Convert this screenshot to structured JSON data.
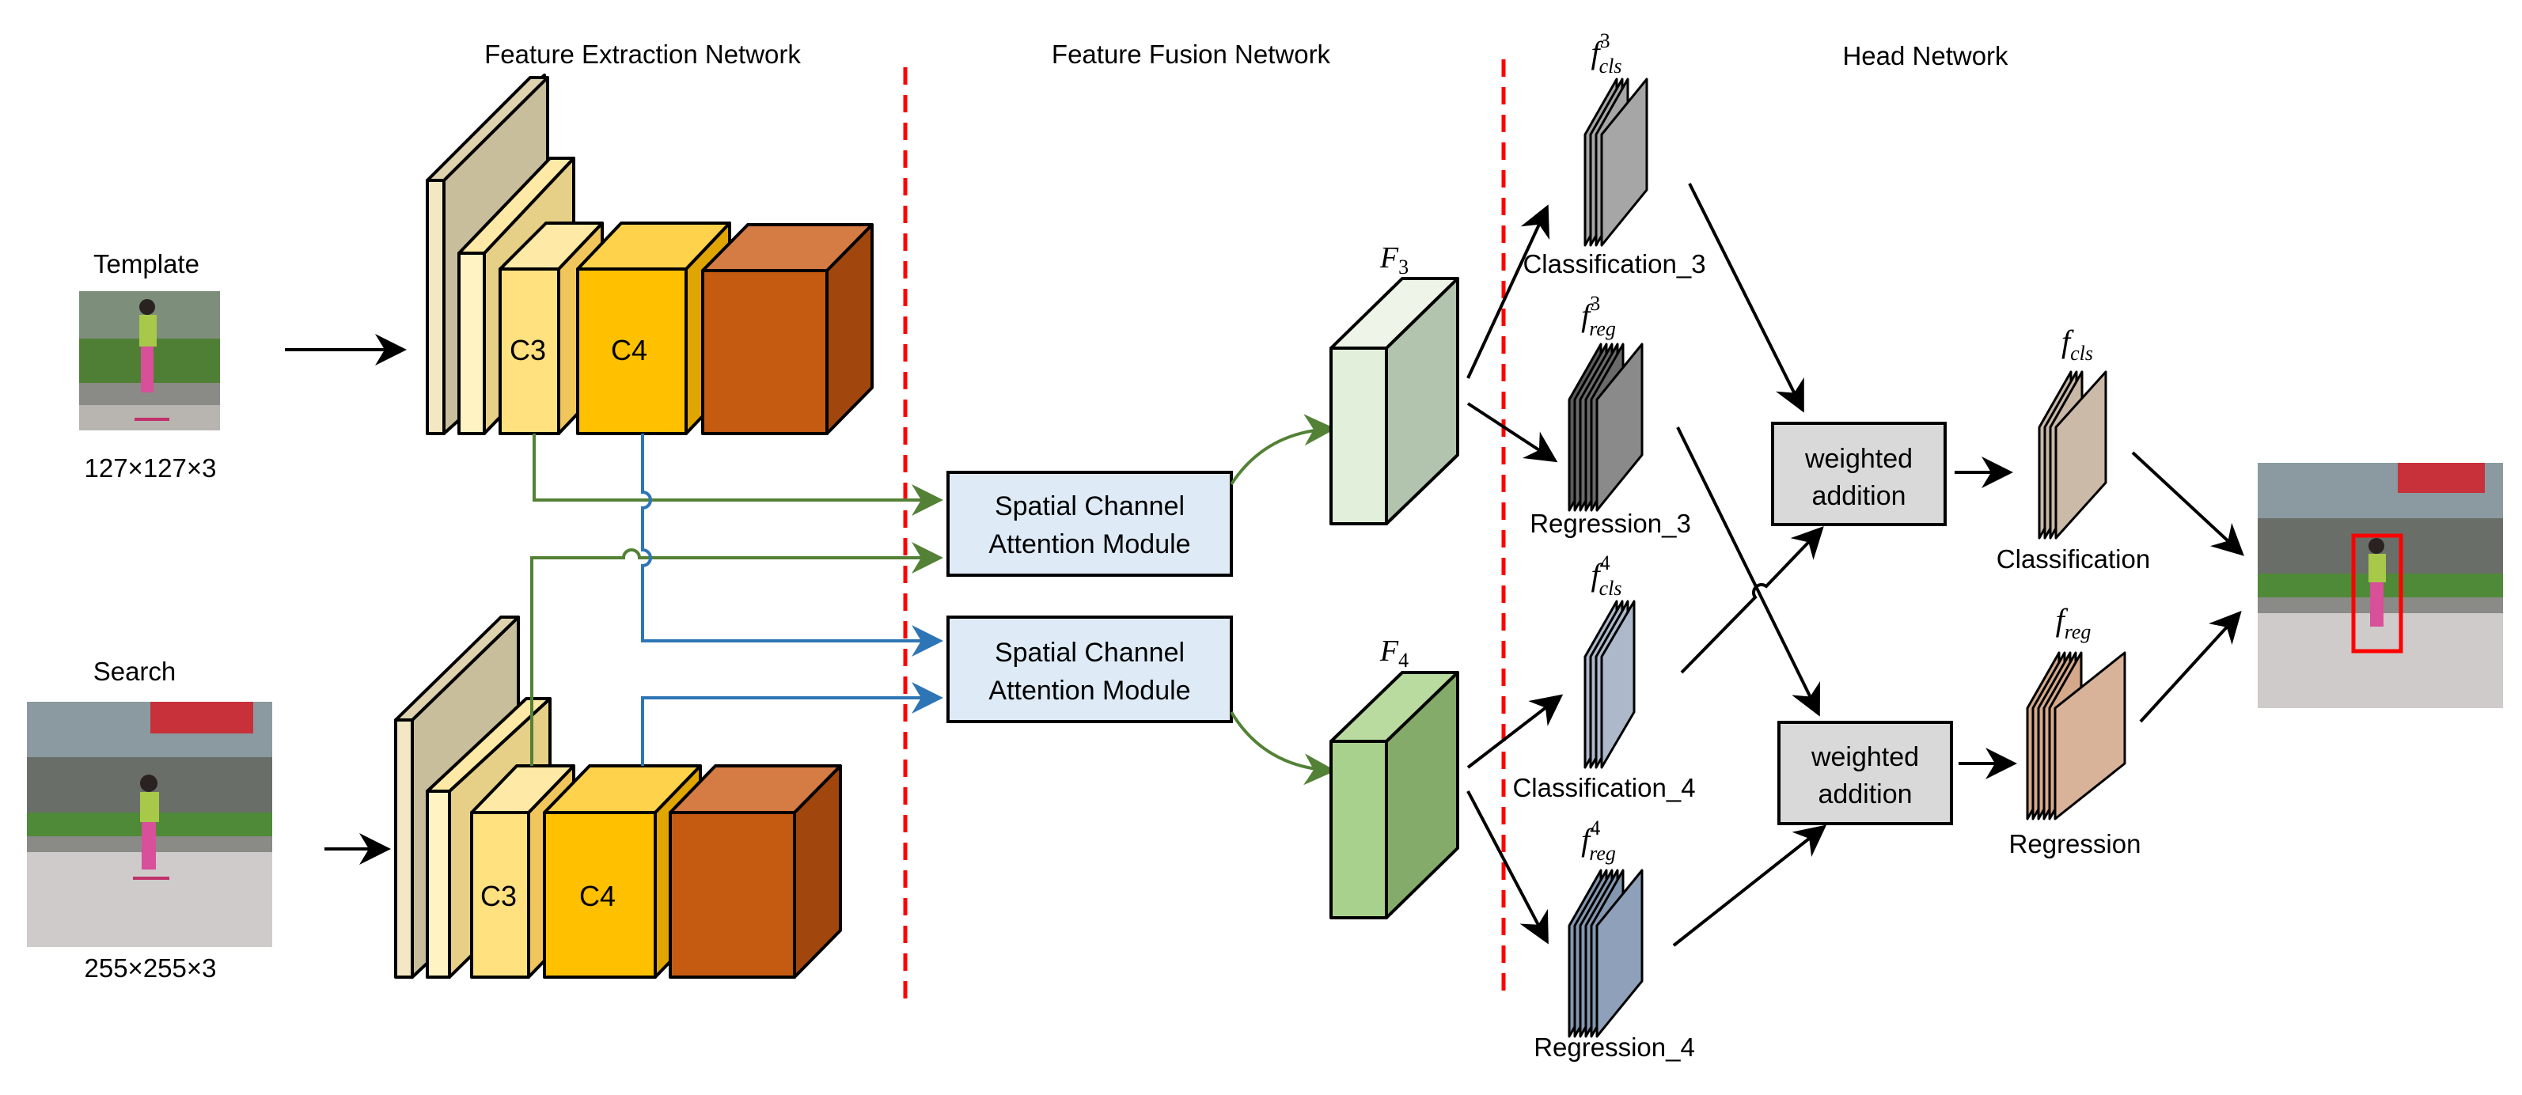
{
  "sections": {
    "feature_extraction": "Feature Extraction Network",
    "feature_fusion": "Feature Fusion Network",
    "head": "Head Network"
  },
  "inputs": {
    "template_label": "Template",
    "template_size": "127×127×3",
    "search_label": "Search",
    "search_size": "255×255×3"
  },
  "backbone": {
    "c3_label": "C3",
    "c4_label": "C4"
  },
  "fusion": {
    "module_line1": "Spatial Channel",
    "module_line2": "Attention Module",
    "f3_base": "F",
    "f3_sub": "3",
    "f4_base": "F",
    "f4_sub": "4"
  },
  "head": {
    "f_base": "f",
    "cls_sub": "cls",
    "reg_sub": "reg",
    "sup3": "3",
    "sup4": "4",
    "classification_3": "Classification_3",
    "regression_3": "Regression_3",
    "classification_4": "Classification_4",
    "regression_4": "Regression_4",
    "weighted_line1": "weighted",
    "weighted_line2": "addition",
    "classification": "Classification",
    "regression": "Regression"
  },
  "colors": {
    "green_arrow": "#538135",
    "blue_arrow": "#2E75B6",
    "divider_red": "#FF0000",
    "module_fill": "#DEEBF7",
    "weighted_fill": "#D9D9D9",
    "bbox_red": "#FF0000"
  }
}
